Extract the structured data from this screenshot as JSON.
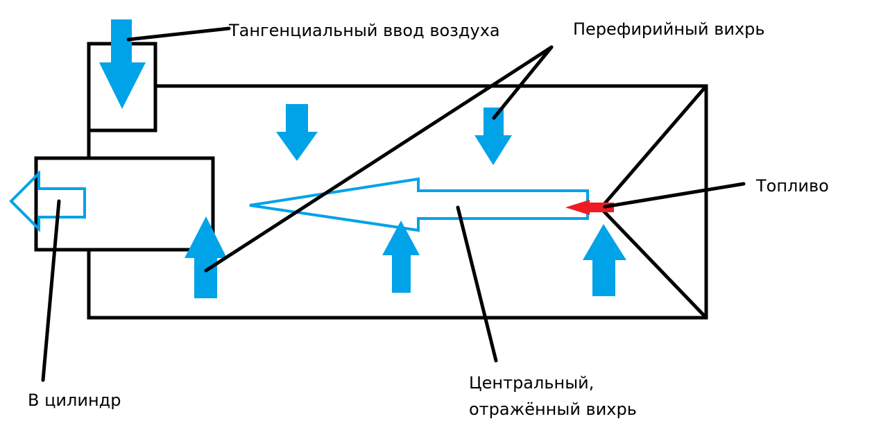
{
  "labels": {
    "air_inlet": "Тангенциальный ввод воздуха",
    "peripheral_vortex": "Перефирийный вихрь",
    "fuel": "Топливо",
    "central_vortex_line1": "Центральный,",
    "central_vortex_line2": "отражённый вихрь",
    "to_cylinder": "В цилиндр"
  },
  "colors": {
    "air": "#00a2e8",
    "fuel": "#ed1c24",
    "outline": "#000000"
  }
}
